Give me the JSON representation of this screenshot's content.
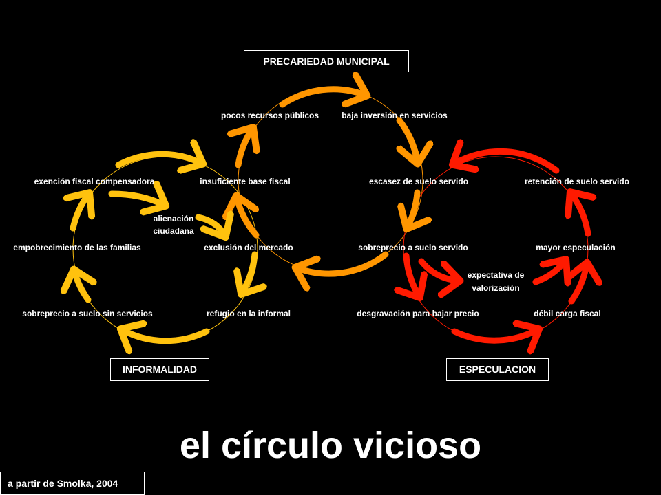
{
  "colors": {
    "informalidad": "#ffc20e",
    "precariedad": "#ff9600",
    "especulacion": "#ff1a00",
    "text": "#ffffff",
    "background": "#000000"
  },
  "cycles": {
    "precariedad": {
      "label": "PRECARIEDAD MUNICIPAL"
    },
    "informalidad": {
      "label": "INFORMALIDAD"
    },
    "especulacion": {
      "label": "ESPECULACION"
    }
  },
  "nodes": {
    "pocos_recursos": "pocos recursos  públicos",
    "baja_inversion": "baja inversión en servicios",
    "escasez_suelo": "escasez de suelo servido",
    "sobreprecio_servido": "sobreprecio  a suelo servido",
    "exclusion_mercado": "exclusión del mercado",
    "insuficiente_base": "insuficiente base fiscal",
    "exencion_fiscal": "exención fiscal compensadora",
    "empobrecimiento": "empobrecimiento de las familias",
    "sobreprecio_sin_servicios": "sobreprecio  a suelo sin servicios",
    "refugio_informal": "refugio en la informal",
    "alienacion_1": "alienación",
    "alienacion_2": "ciudadana",
    "retencion_suelo": "retención de suelo servido",
    "mayor_especulacion": "mayor especulación",
    "debil_carga": "débil carga fiscal",
    "desgravacion": "desgravación  para bajar precio",
    "expectativa_1": "expectativa de",
    "expectativa_2": "valorización"
  },
  "title": "el círculo vicioso",
  "source": "a partir de Smolka, 2004"
}
